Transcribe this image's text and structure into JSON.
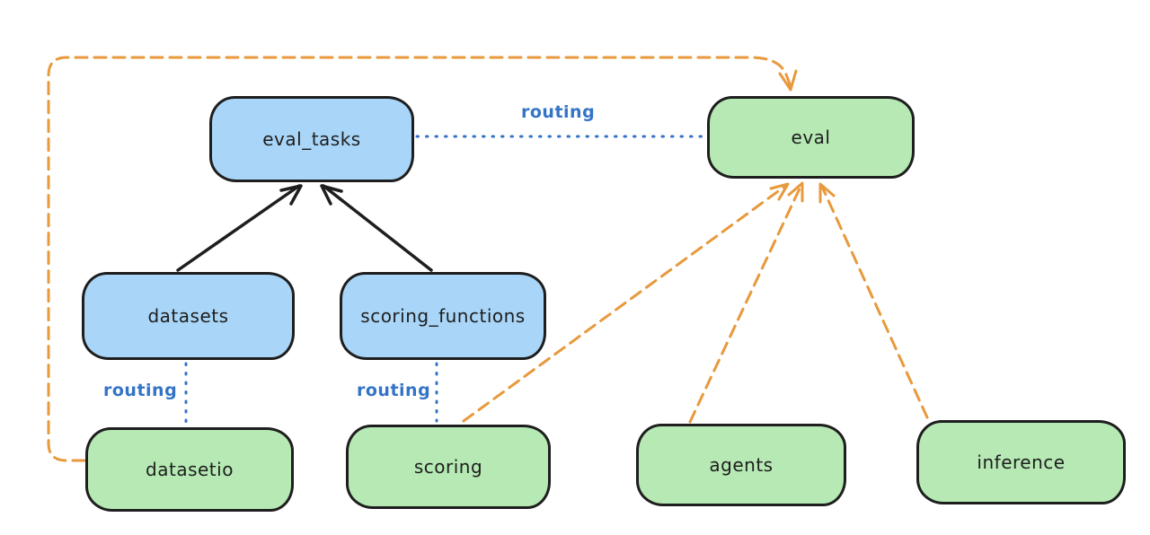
{
  "colors": {
    "background": "#ffffff",
    "node_border": "#1e1e1e",
    "blue_node_fill": "#a9d6f8",
    "green_node_fill": "#b6e9b4",
    "solid_arrow": "#1e1e1e",
    "routing_line": "#3474c6",
    "provider_arrow": "#e8993c",
    "label_text": "#1e1e1e"
  },
  "diagram": {
    "nodes": {
      "eval_tasks": {
        "label": "eval_tasks",
        "color_group": "blue"
      },
      "eval": {
        "label": "eval",
        "color_group": "green"
      },
      "datasets": {
        "label": "datasets",
        "color_group": "blue"
      },
      "scoring_functions": {
        "label": "scoring_functions",
        "color_group": "blue"
      },
      "datasetio": {
        "label": "datasetio",
        "color_group": "green"
      },
      "scoring": {
        "label": "scoring",
        "color_group": "green"
      },
      "agents": {
        "label": "agents",
        "color_group": "green"
      },
      "inference": {
        "label": "inference",
        "color_group": "green"
      }
    },
    "edges": [
      {
        "from": "datasets",
        "to": "eval_tasks",
        "style": "solid-black-arrow",
        "label": ""
      },
      {
        "from": "scoring_functions",
        "to": "eval_tasks",
        "style": "solid-black-arrow",
        "label": ""
      },
      {
        "from": "eval_tasks",
        "to": "eval",
        "style": "dotted-blue",
        "label": "routing"
      },
      {
        "from": "datasets",
        "to": "datasetio",
        "style": "dotted-blue",
        "label": "routing"
      },
      {
        "from": "scoring_functions",
        "to": "scoring",
        "style": "dotted-blue",
        "label": "routing"
      },
      {
        "from": "datasetio",
        "to": "eval",
        "style": "dashed-orange-arrow",
        "label": ""
      },
      {
        "from": "scoring",
        "to": "eval",
        "style": "dashed-orange-arrow",
        "label": ""
      },
      {
        "from": "agents",
        "to": "eval",
        "style": "dashed-orange-arrow",
        "label": ""
      },
      {
        "from": "inference",
        "to": "eval",
        "style": "dashed-orange-arrow",
        "label": ""
      }
    ]
  }
}
